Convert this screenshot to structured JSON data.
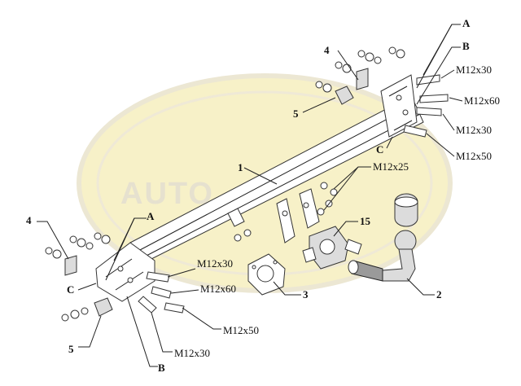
{
  "watermark": {
    "text": "AUTO",
    "ellipse_fill": "#f7f1c8",
    "ring_color": "#ece7d3"
  },
  "labels": {
    "A_top": "A",
    "A_left": "A",
    "B_top": "B",
    "B_bottom": "B",
    "C_right": "C",
    "C_left": "C",
    "n1": "1",
    "n2": "2",
    "n3": "3",
    "n4_top": "4",
    "n4_left": "4",
    "n5_top": "5",
    "n5_bottom": "5",
    "n15": "15",
    "m12x30_r1": "M12x30",
    "m12x60_r": "M12x60",
    "m12x30_r2": "M12x30",
    "m12x50_r": "M12x50",
    "m12x25": "M12x25",
    "m12x30_l1": "M12x30",
    "m12x60_l": "M12x60",
    "m12x50_l": "M12x50",
    "m12x30_l2": "M12x30"
  },
  "colors": {
    "line": "#222222",
    "metal_light": "#dcdcdc",
    "metal_dark": "#9a9a9a"
  }
}
